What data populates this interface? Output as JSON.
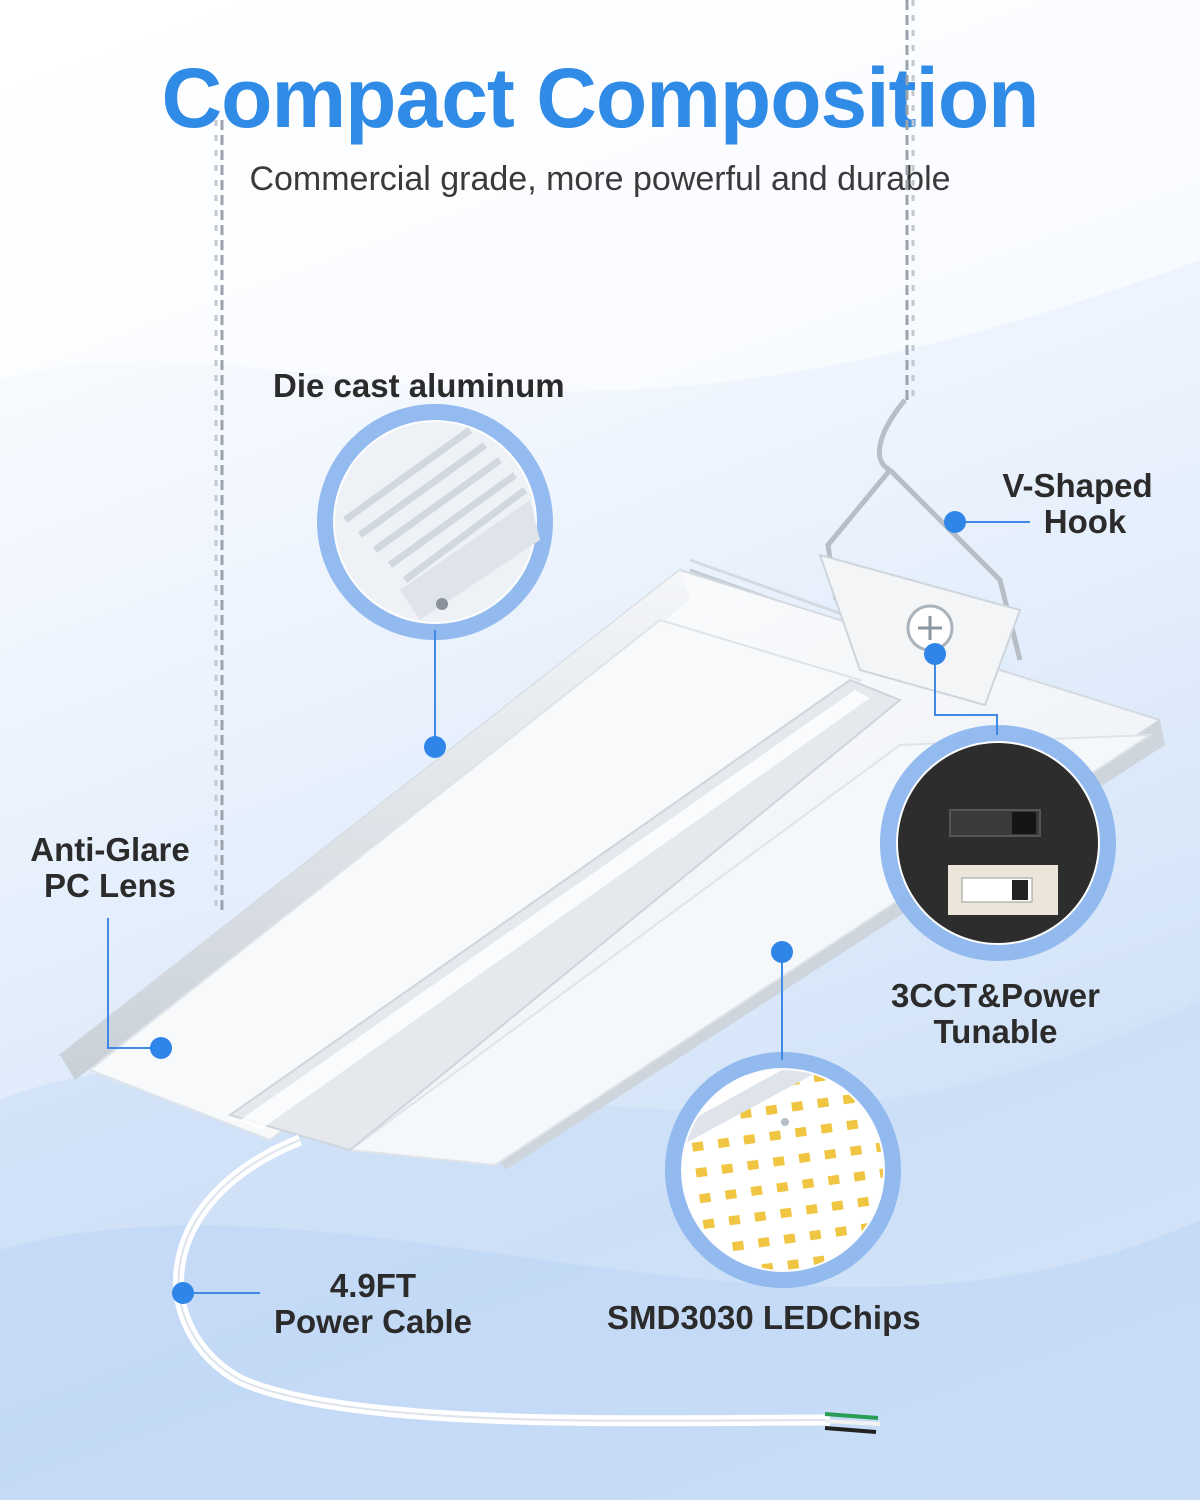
{
  "title": "Compact Composition",
  "subtitle": "Commercial grade, more powerful and durable",
  "callouts": {
    "die_cast": "Die cast aluminum",
    "hook_line1": "V-Shaped",
    "hook_line2": "Hook",
    "lens_line1": "Anti-Glare",
    "lens_line2": "PC Lens",
    "cct_line1": "3CCT&Power",
    "cct_line2": "Tunable",
    "cable_line1": "4.9FT",
    "cable_line2": "Power Cable",
    "chips": "SMD3030 LEDChips"
  },
  "colors": {
    "accent": "#2f8be6",
    "callout_dot": "#2f86e8",
    "text": "#2b2b2b"
  }
}
